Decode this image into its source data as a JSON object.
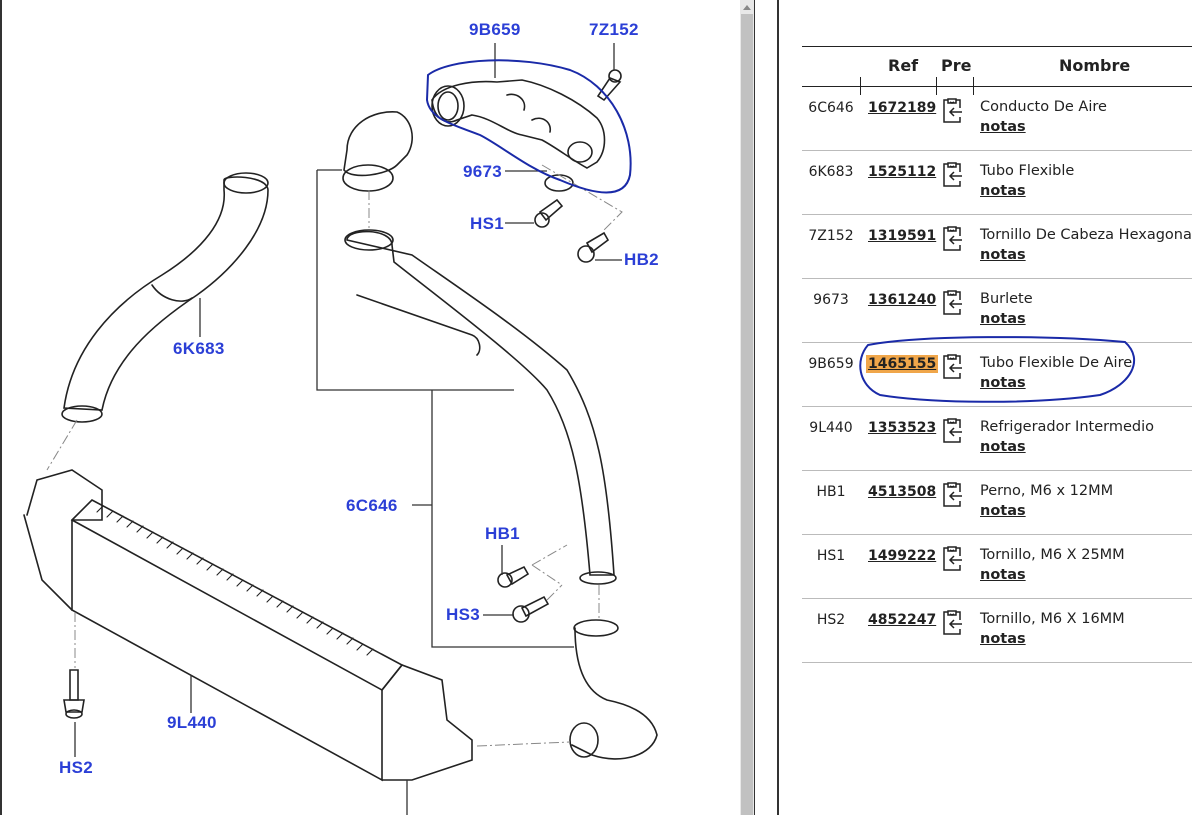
{
  "diagram": {
    "callouts": [
      {
        "id": "9B659",
        "label": "9B659"
      },
      {
        "id": "7Z152",
        "label": "7Z152"
      },
      {
        "id": "9673",
        "label": "9673"
      },
      {
        "id": "HS1",
        "label": "HS1"
      },
      {
        "id": "HB2",
        "label": "HB2"
      },
      {
        "id": "6K683",
        "label": "6K683"
      },
      {
        "id": "6C646",
        "label": "6C646"
      },
      {
        "id": "HB1",
        "label": "HB1"
      },
      {
        "id": "HS3",
        "label": "HS3"
      },
      {
        "id": "9L440",
        "label": "9L440"
      },
      {
        "id": "HS2",
        "label": "HS2"
      }
    ],
    "highlighted_part": "9B659"
  },
  "table": {
    "headers": {
      "ref": "Ref",
      "pre": "Pre",
      "nombre": "Nombre"
    },
    "rows": [
      {
        "code": "6C646",
        "ref": "1672189",
        "name": "Conducto De Aire",
        "notes": "notas",
        "highlighted": false
      },
      {
        "code": "6K683",
        "ref": "1525112",
        "name": "Tubo Flexible",
        "notes": "notas",
        "highlighted": false
      },
      {
        "code": "7Z152",
        "ref": "1319591",
        "name": "Tornillo De Cabeza Hexagonal",
        "notes": "notas",
        "highlighted": false
      },
      {
        "code": "9673",
        "ref": "1361240",
        "name": "Burlete",
        "notes": "notas",
        "highlighted": false
      },
      {
        "code": "9B659",
        "ref": "1465155",
        "name": "Tubo Flexible De Aire",
        "notes": "notas",
        "highlighted": true
      },
      {
        "code": "9L440",
        "ref": "1353523",
        "name": "Refrigerador Intermedio",
        "notes": "notas",
        "highlighted": false
      },
      {
        "code": "HB1",
        "ref": "4513508",
        "name": "Perno, M6 x 12MM",
        "notes": "notas",
        "highlighted": false
      },
      {
        "code": "HS1",
        "ref": "1499222",
        "name": "Tornillo, M6 X 25MM",
        "notes": "notas",
        "highlighted": false
      },
      {
        "code": "HS2",
        "ref": "4852247",
        "name": "Tornillo, M6 X 16MM",
        "notes": "notas",
        "highlighted": false
      }
    ],
    "pre_icon": "clipboard-arrow-icon"
  },
  "colors": {
    "callout": "#2b3fd6",
    "highlight": "#f0a64a",
    "annotation": "#1a2aa8"
  }
}
